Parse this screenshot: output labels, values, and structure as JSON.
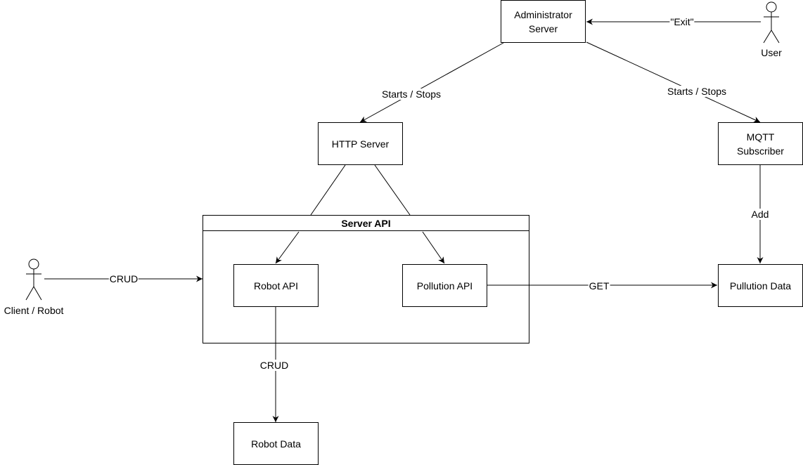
{
  "nodes": {
    "admin_server": [
      "Administrator",
      "Server"
    ],
    "http_server": "HTTP Server",
    "mqtt_subscriber": [
      "MQTT",
      "Subscriber"
    ],
    "robot_api": "Robot API",
    "pollution_api": "Pollution API",
    "pollution_data": "Pullution Data",
    "robot_data": "Robot Data"
  },
  "container": {
    "title": "Server API"
  },
  "actors": {
    "user": "User",
    "client_robot": "Client / Robot"
  },
  "edges": {
    "exit": "\"Exit\"",
    "starts_stops_http": "Starts / Stops",
    "starts_stops_mqtt": "Starts / Stops",
    "add": "Add",
    "crud_client": "CRUD",
    "get": "GET",
    "crud_robot_data": "CRUD"
  }
}
